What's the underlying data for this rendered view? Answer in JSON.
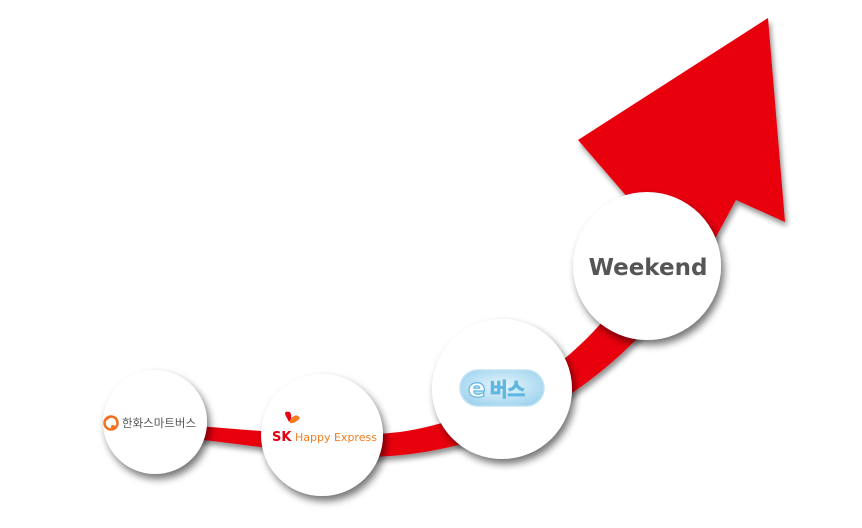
{
  "colors": {
    "arrow": "#e8000f",
    "arrow_shadow": "#9a9a9a",
    "circle_fill": "#ffffff",
    "hanwha_orange": "#f37021",
    "hanwha_text": "#555555",
    "sk_red": "#e60012",
    "sk_orange": "#f47b20",
    "ebus_blue": "#5fb6e0",
    "ebus_light": "#cfeaf7",
    "weekend_text": "#555555"
  },
  "stages": [
    {
      "name": "hanwha",
      "logo_icon": "hanwha-flame-icon",
      "label": "한화스마트버스"
    },
    {
      "name": "sk",
      "logo_icon": "sk-butterfly-icon",
      "brand": "SK",
      "label": "Happy Express"
    },
    {
      "name": "ebus",
      "logo_icon": "ebus-cloud-icon",
      "prefix": "e",
      "label": "버스"
    },
    {
      "name": "weekend",
      "label": "Weekend"
    }
  ]
}
